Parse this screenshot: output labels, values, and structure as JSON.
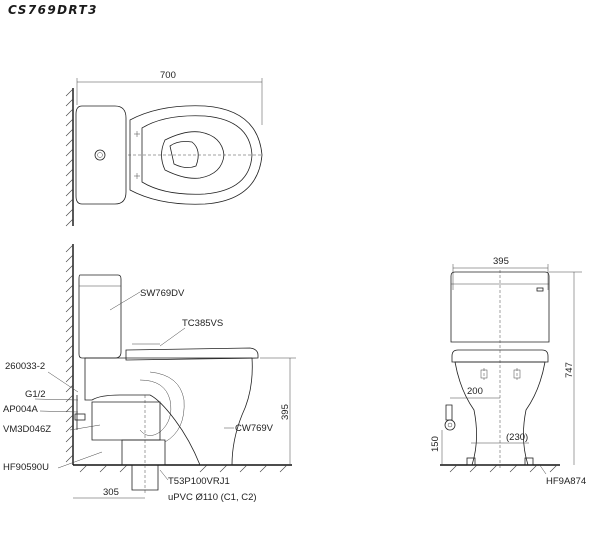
{
  "title": "CS769DRT3",
  "top_view": {
    "dim_width": "700"
  },
  "side_view": {
    "labels": {
      "tank": "SW769DV",
      "seat": "TC385VS",
      "bowl": "CW769V",
      "part1": "260033-2",
      "part2": "G1/2",
      "part3": "AP004A",
      "part4": "VM3D046Z",
      "part5": "HF90590U",
      "adapter": "T53P100VRJ1",
      "pipe": "uPVC Ø110 (C1, C2)"
    },
    "dim_height": "395",
    "dim_rough": "305"
  },
  "front_view": {
    "dim_top": "395",
    "dim_height": "747",
    "dim_supply": "200",
    "dim_bolt": "(230)",
    "dim_supply_h": "150",
    "part_bottom": "HF9A874"
  }
}
